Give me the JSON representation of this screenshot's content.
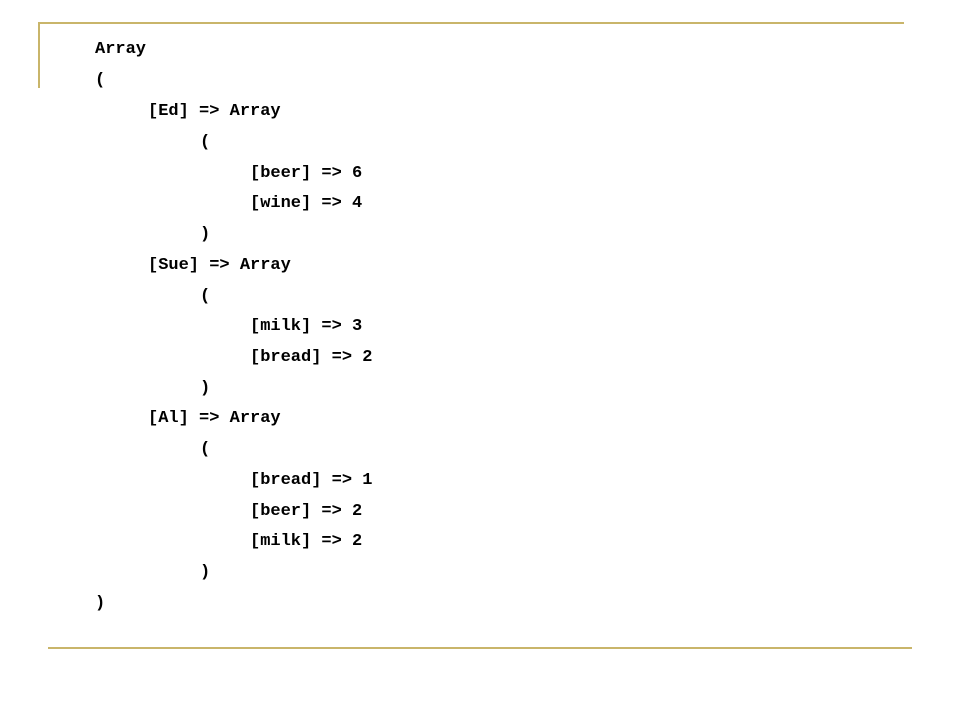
{
  "code": {
    "lines": [
      "Array",
      "(",
      "[Ed] => Array",
      "(",
      "[beer] => 6",
      "[wine] => 4",
      ")",
      "[Sue] => Array",
      "(",
      "[milk] => 3",
      "[bread] => 2",
      ")",
      "[Al] => Array",
      "(",
      "[bread] => 1",
      "[beer] => 2",
      "[milk] => 2",
      ")",
      ")"
    ]
  },
  "colors": {
    "rule": "#c9b56a",
    "text": "#000000",
    "background": "#ffffff"
  }
}
